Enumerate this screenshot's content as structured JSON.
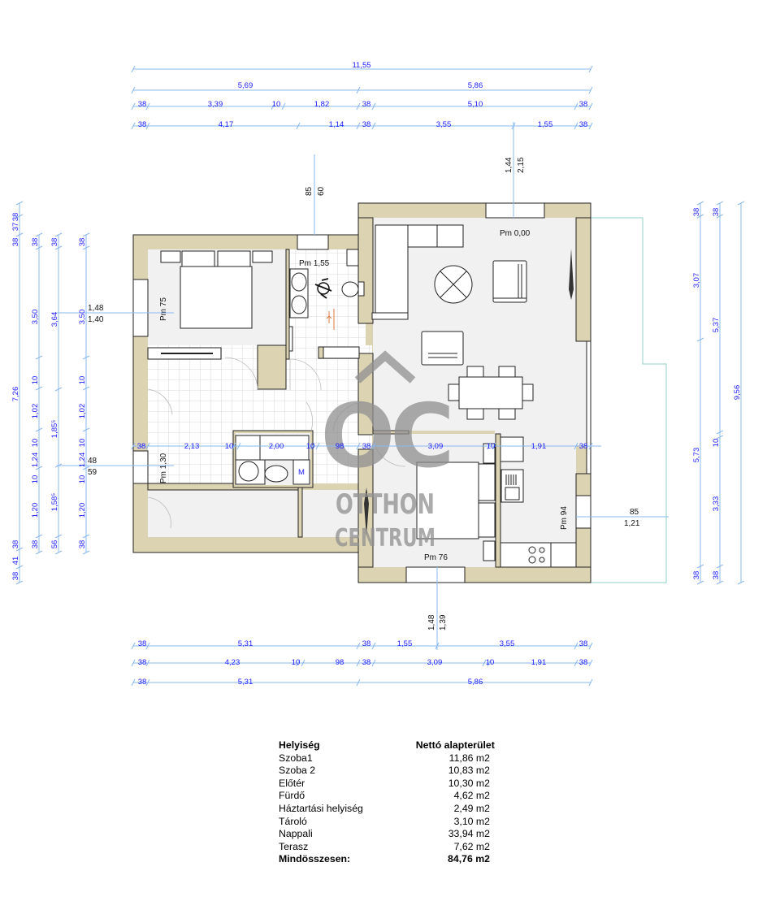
{
  "dimensions": {
    "top": {
      "row1": [
        "11,55"
      ],
      "row2": [
        "5,69",
        "5,86"
      ],
      "row3": [
        "38",
        "3,39",
        "10",
        "1,82",
        "38",
        "5,10",
        "38"
      ],
      "row4": [
        "38",
        "4,17",
        "1,14",
        "38",
        "3,55",
        "1,55",
        "38"
      ]
    },
    "bottom": {
      "row1": [
        "38",
        "5,31",
        "38",
        "1,55",
        "3,55",
        "38"
      ],
      "row2": [
        "38",
        "4,23",
        "10",
        "98",
        "38",
        "3,09",
        "10",
        "1,91",
        "38"
      ],
      "row3": [
        "38",
        "5,31",
        "5,86"
      ]
    },
    "left": {
      "col1": [
        "38",
        "37",
        "38",
        "7,26",
        "38",
        "41",
        "38"
      ],
      "col2": [
        "38",
        "3,50",
        "10",
        "1,02",
        "10",
        "1,24",
        "10",
        "1,20",
        "38"
      ],
      "col3": [
        "38",
        "3,64",
        "1,85⁵",
        "1,58⁵",
        "56"
      ],
      "col4": [
        "38",
        "3,50",
        "10",
        "1,02",
        "10",
        "1,24",
        "10",
        "1,20",
        "38"
      ]
    },
    "right": {
      "col1": [
        "38",
        "3,07",
        "5,73",
        "38"
      ],
      "col2": [
        "38",
        "5,37",
        "10",
        "3,33",
        "38"
      ],
      "col3": [
        "9,56"
      ]
    },
    "interior_row": [
      "38",
      "2,13",
      "10",
      "2,00",
      "10",
      "98",
      "38",
      "3,09",
      "10",
      "1,91",
      "38"
    ],
    "openings": {
      "bath_window": [
        "85",
        "60"
      ],
      "living_window": [
        "1,44",
        "2,15"
      ],
      "bedroom1_window": [
        "1,48",
        "1,40"
      ],
      "hall_window": [
        "48",
        "59"
      ],
      "kitchen_window": [
        "85",
        "1,21"
      ],
      "bedroom2_window": [
        "1,48",
        "1,39"
      ]
    }
  },
  "room_labels": {
    "bedroom1": "Pm 75",
    "bathroom": "Pm 1,55",
    "living": "Pm 0,00",
    "hall": "Pm 1,30",
    "bedroom2": "Pm 76",
    "kitchen": "Pm 94",
    "washer": "M"
  },
  "watermark": {
    "mark": "OC",
    "line1": "OTTHON",
    "line2": "CENTRUM"
  },
  "area_table": {
    "header": {
      "room": "Helyiség",
      "area": "Nettó alapterület"
    },
    "rows": [
      {
        "room": "Szoba1",
        "area": "11,86 m2"
      },
      {
        "room": "Szoba 2",
        "area": "10,83 m2"
      },
      {
        "room": "Előtér",
        "area": "10,30 m2"
      },
      {
        "room": "Fürdő",
        "area": "4,62 m2"
      },
      {
        "room": "Háztartási helyiség",
        "area": "2,49 m2"
      },
      {
        "room": "Tároló",
        "area": "3,10 m2"
      },
      {
        "room": "Nappali",
        "area": "33,94 m2"
      },
      {
        "room": "Terasz",
        "area": "7,62 m2"
      }
    ],
    "total": {
      "room": "Mindösszesen:",
      "area": "84,76 m2"
    }
  },
  "colors": {
    "wall": "#dcd3b3",
    "dimension_text": "#1a1aff",
    "dimension_line": "#8ab8ee",
    "floor": "#f1f1f1",
    "terrace_outline": "#8fcfc4",
    "watermark": "#8f8f8f"
  }
}
